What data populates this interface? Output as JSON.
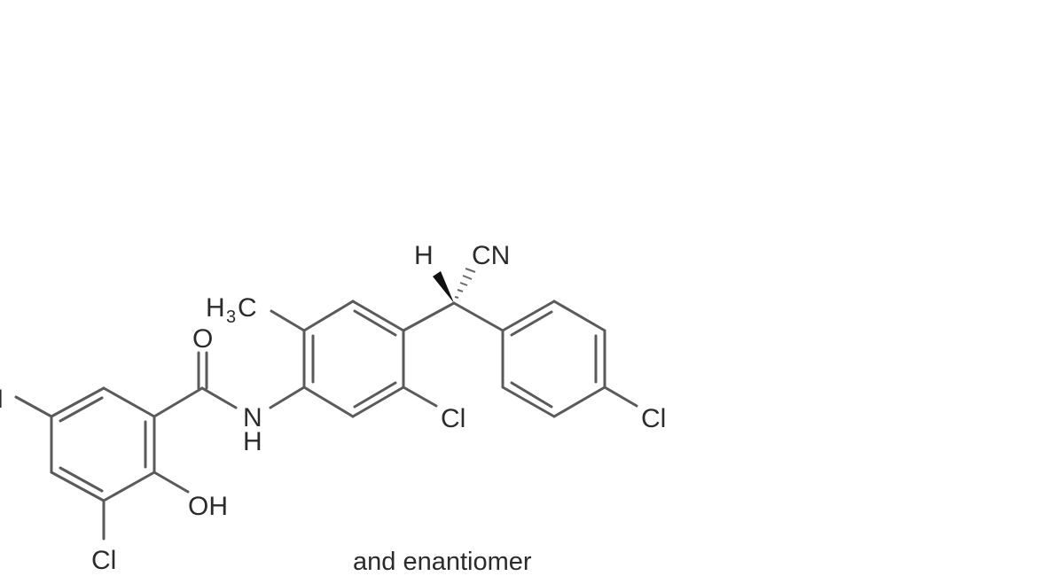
{
  "diagram": {
    "type": "chemical-structure",
    "atoms": {
      "iodine": "I",
      "chlorine_ring_a": "Cl",
      "hydroxyl": "OH",
      "carbonyl_oxygen": "O",
      "amide_nitrogen": "N",
      "amide_hydrogen": "H",
      "methyl_h": "H",
      "methyl_sub": "3",
      "methyl_c": "C",
      "chlorine_ring_b": "Cl",
      "stereo_hydrogen": "H",
      "nitrile": "CN",
      "chlorine_ring_c": "Cl"
    },
    "caption": "and enantiomer",
    "colors": {
      "bond": "#5a5a5a",
      "text": "#2b2b2b",
      "background": "#ffffff"
    }
  }
}
